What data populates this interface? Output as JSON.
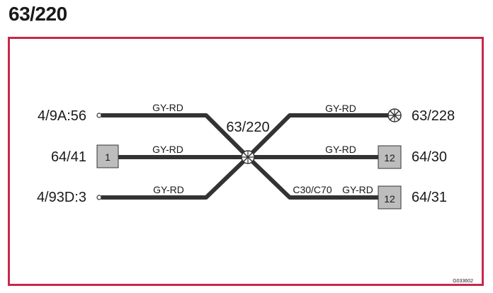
{
  "title": "63/220",
  "hub_label": "63/220",
  "left_ends": [
    {
      "label": "4/9A:56",
      "wire": "GY-RD"
    },
    {
      "label": "64/41",
      "wire": "GY-RD",
      "box": "1"
    },
    {
      "label": "4/93D:3",
      "wire": "GY-RD"
    }
  ],
  "right_ends": [
    {
      "label": "63/228",
      "wire": "GY-RD"
    },
    {
      "label": "64/30",
      "wire": "GY-RD",
      "box": "12"
    },
    {
      "label": "64/31",
      "wire": "GY-RD",
      "wire_note": "C30/C70",
      "box": "12"
    }
  ],
  "figure_code": "G033602",
  "colors": {
    "frame": "#c8284a",
    "wire": "#333333",
    "box_fill": "#bdbdbd"
  }
}
